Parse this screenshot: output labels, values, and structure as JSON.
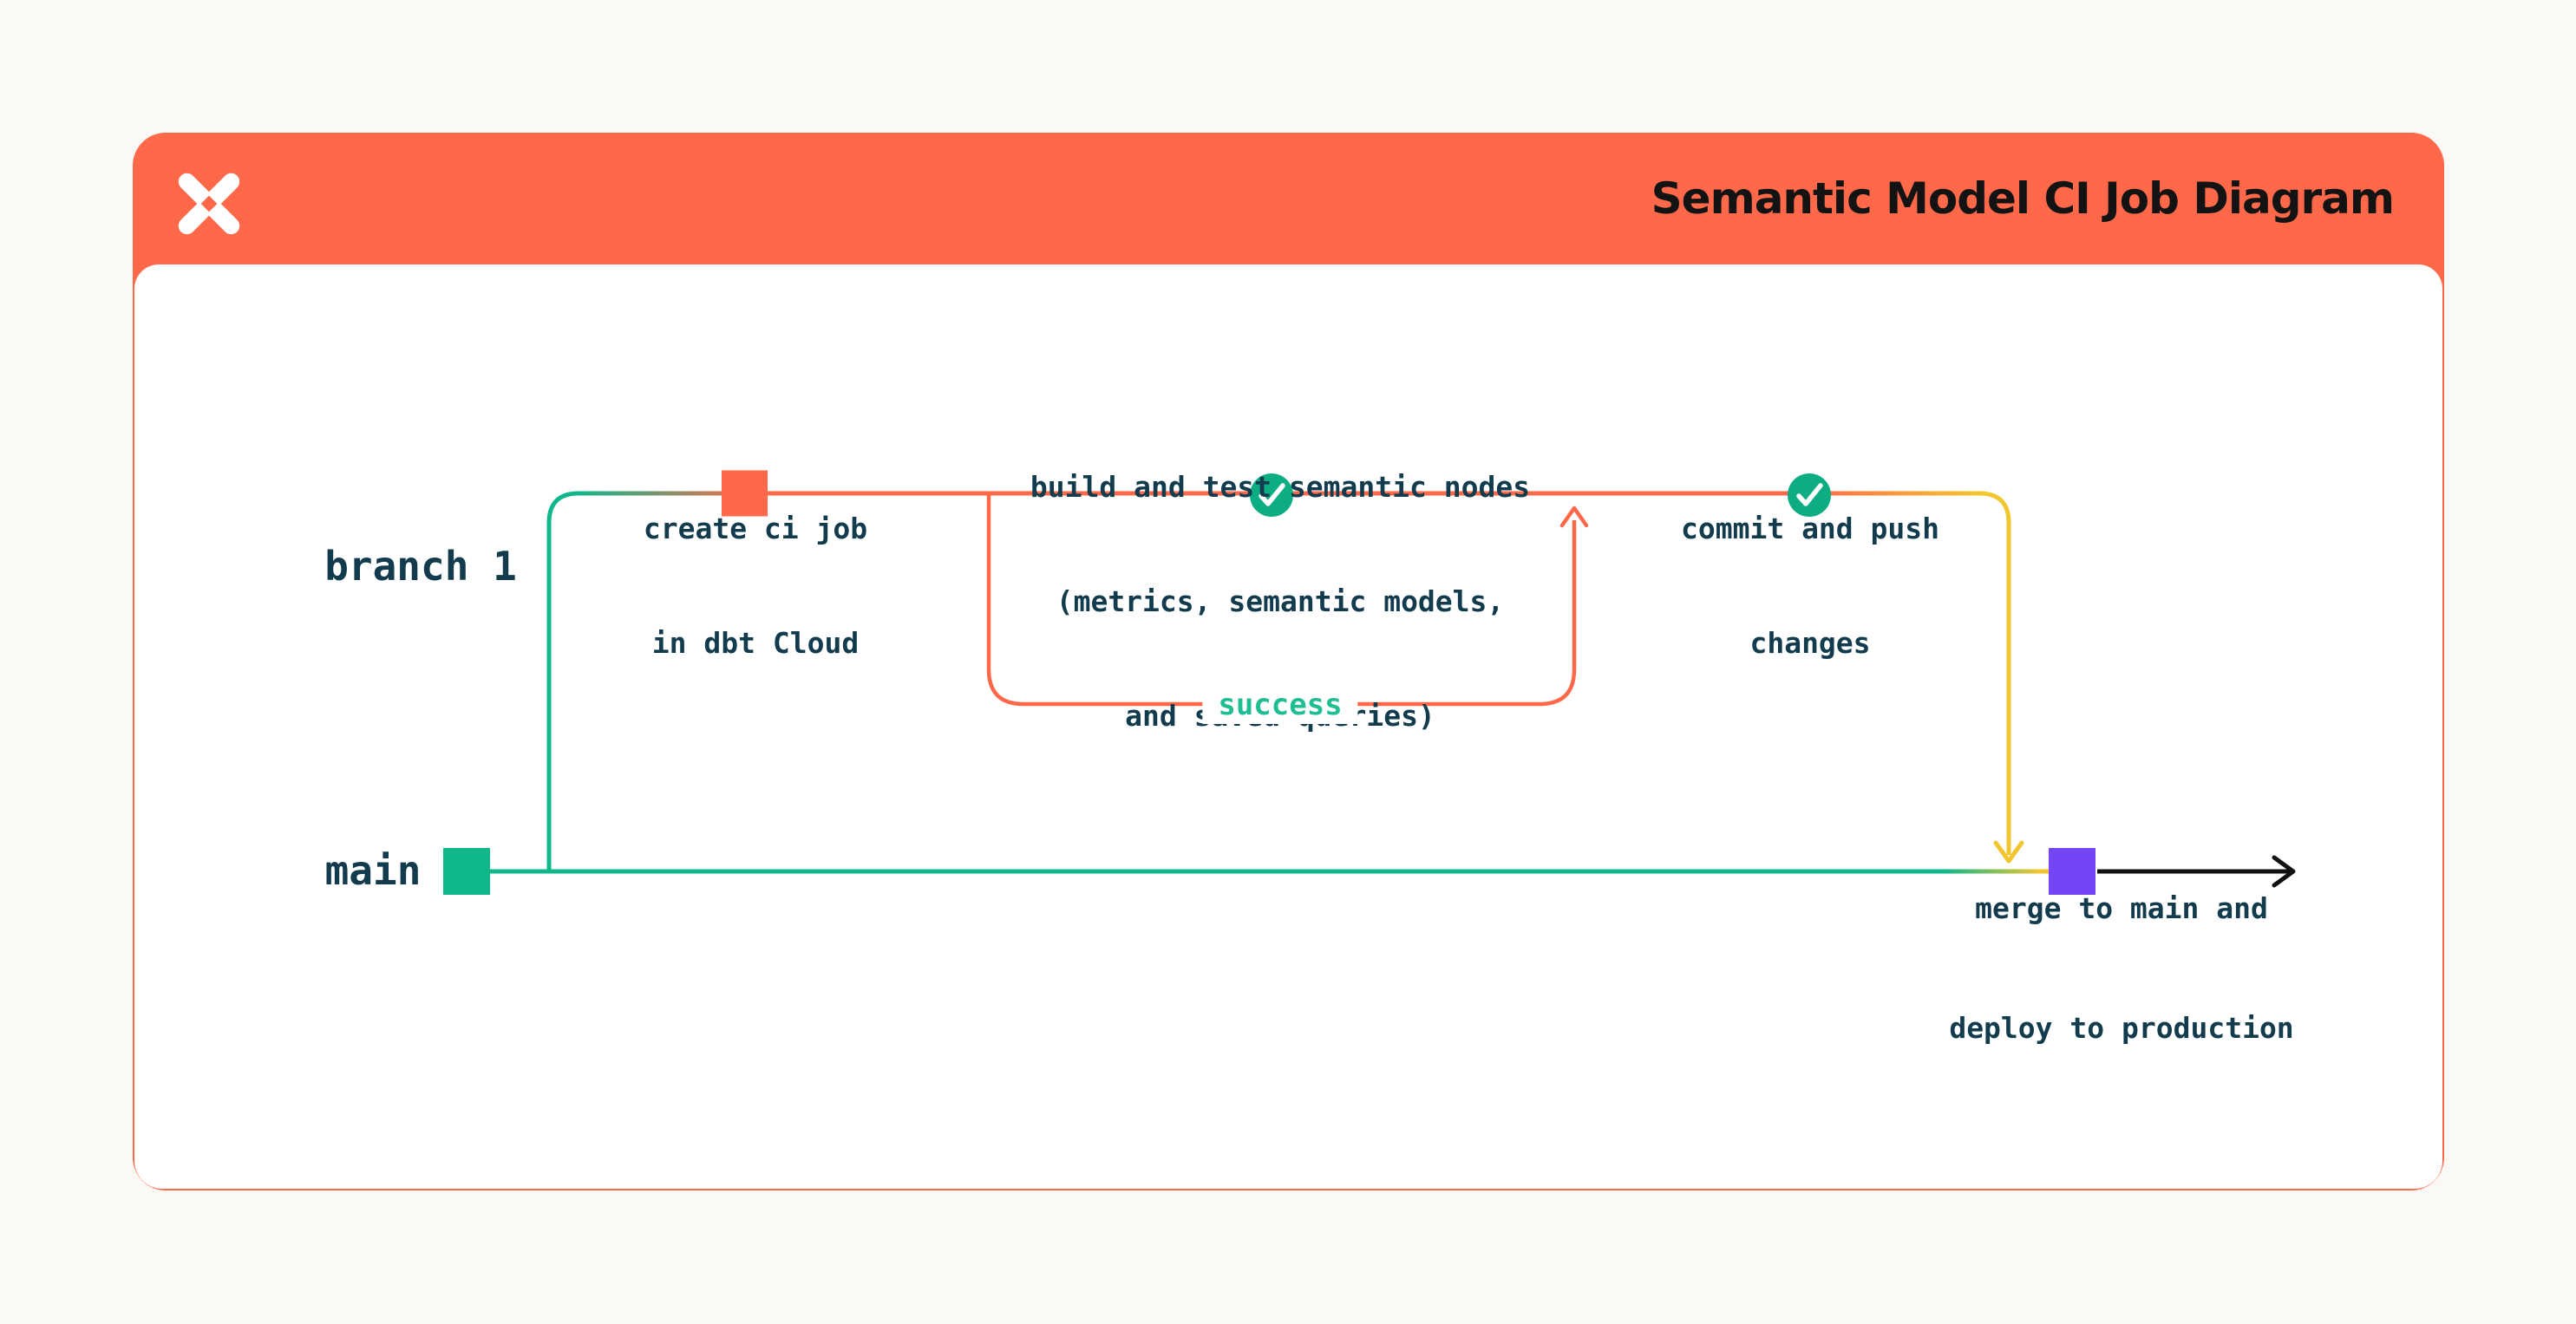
{
  "header": {
    "title": "Semantic Model CI Job Diagram",
    "logo": "dbt-logo"
  },
  "branches": {
    "branch1_label": "branch 1",
    "main_label": "main"
  },
  "nodes": [
    {
      "id": "create-ci-job",
      "lines": [
        "create ci job",
        "in dbt Cloud"
      ]
    },
    {
      "id": "build-and-test",
      "lines": [
        "build and test semantic nodes",
        "(metrics, semantic models,",
        "and saved queries)"
      ]
    },
    {
      "id": "commit-push",
      "lines": [
        "commit and push",
        "changes"
      ]
    },
    {
      "id": "merge-deploy",
      "lines": [
        "merge to main and",
        "deploy to production"
      ]
    }
  ],
  "loop": {
    "label": "success"
  },
  "icons": {
    "checkmark": "check-circle",
    "commit_create": "orange-commit-square",
    "commit_main": "green-commit-square",
    "commit_merge": "purple-commit-square"
  },
  "colors": {
    "card_orange": "#FF694A",
    "line_orange": "#FF694A",
    "green": "#10B78A",
    "check_circle_green": "#0CAD83",
    "success_text_green": "#1EBE92",
    "yellow": "#F2C62F",
    "purple": "#7445F6",
    "text_dark_teal": "#123C4D",
    "title_black": "#131313",
    "page_background": "#FAF9F6",
    "arrow_black": "#111111"
  }
}
